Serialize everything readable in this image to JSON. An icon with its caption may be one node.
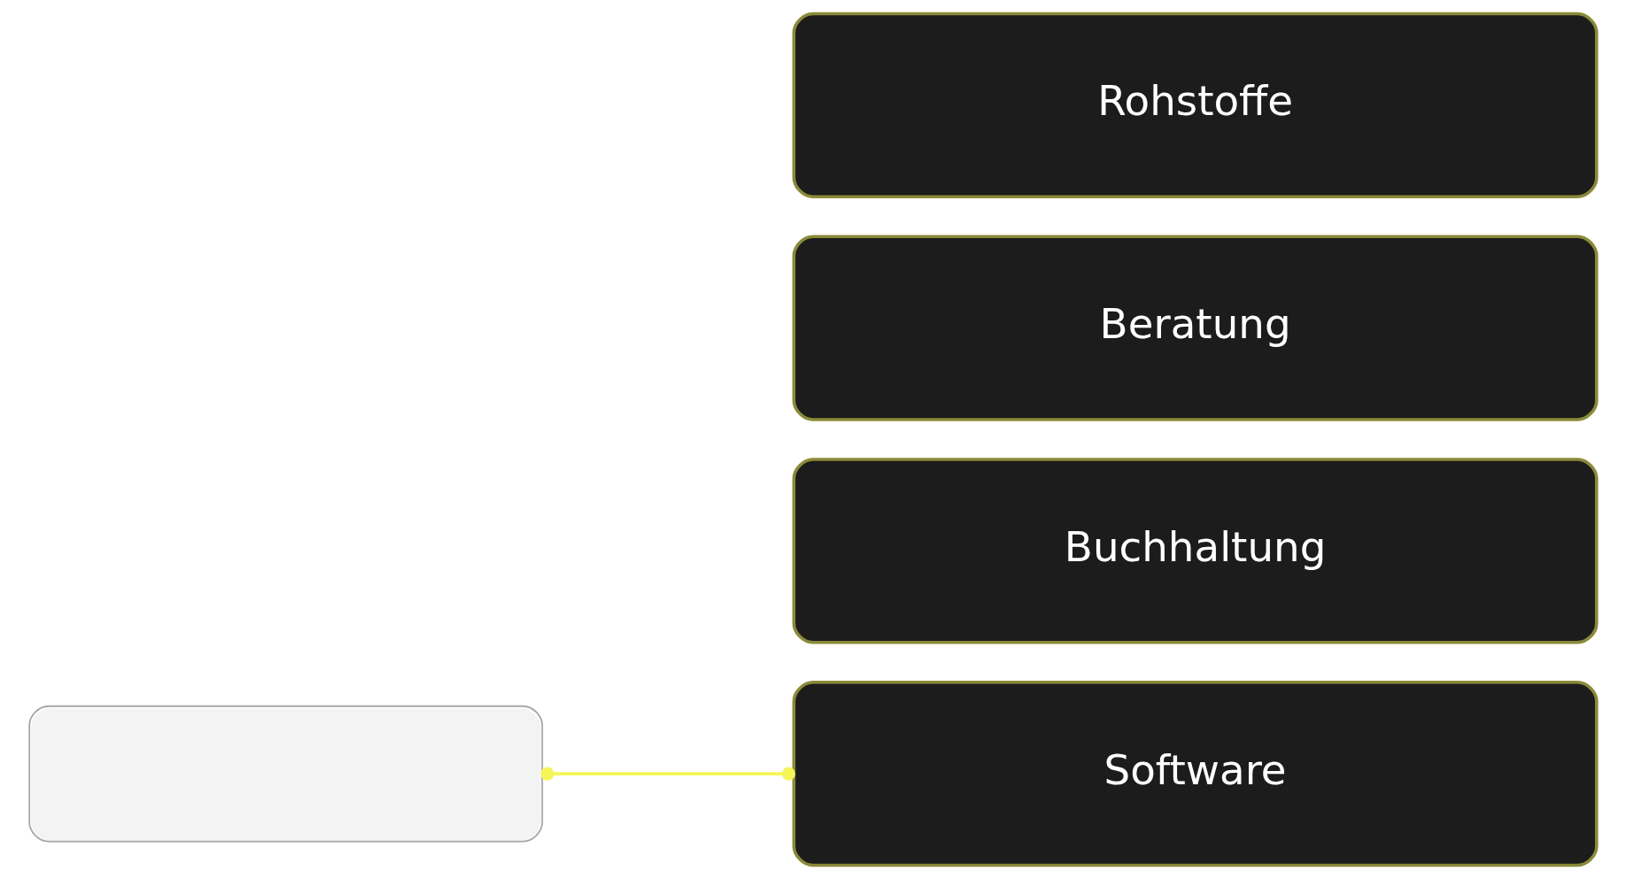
{
  "diagram": {
    "nodes": [
      {
        "text": [],
        "shape": "box"
      },
      {
        "text": [
          "Software"
        ]
      },
      {
        "text": [
          "Buchhaltung"
        ]
      },
      {
        "text": [
          "Beratung"
        ]
      },
      {
        "text": [
          "Rohstoffe"
        ]
      }
    ],
    "edges": [
      {
        "from": 0,
        "to": 1,
        "arrow": "other",
        "color": "#f5f55a"
      }
    ]
  }
}
